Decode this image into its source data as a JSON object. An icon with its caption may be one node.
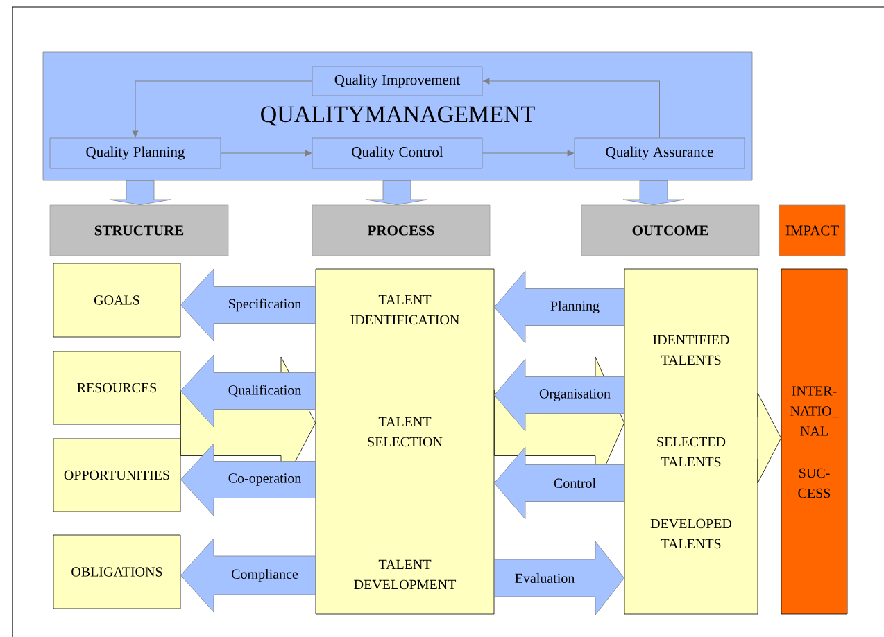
{
  "diagram": {
    "nodes": [
      {
        "text": [
          "QUALITYMANAGEMENT"
        ]
      },
      {
        "text": [
          "Quality Improvement"
        ],
        "in": 0
      },
      {
        "text": [
          "Quality Planning"
        ],
        "in": 0
      },
      {
        "text": [
          "Quality Control"
        ],
        "in": 0
      },
      {
        "text": [
          "Quality Assurance"
        ],
        "in": 0
      },
      {
        "text": [
          "STRUCTURE"
        ]
      },
      {
        "text": [
          "PROCESS"
        ]
      },
      {
        "text": [
          "OUTCOME"
        ]
      },
      {
        "text": [
          "IMPACT"
        ]
      },
      {
        "text": [
          "GOALS"
        ]
      },
      {
        "text": [
          "RESOURCES"
        ]
      },
      {
        "text": [
          "OPPORTUNITIES"
        ]
      },
      {
        "text": [
          "OBLIGATIONS"
        ]
      },
      {
        "text": [
          "TALENT IDENTIFICATION",
          "TALENT SELECTION",
          "TALENT DEVELOPMENT"
        ]
      },
      {
        "text": [
          "IDENTIFIED TALENTS",
          "SELECTED TALENTS",
          "DEVELOPED TALENTS"
        ]
      },
      {
        "text": [
          "INTER- NATIO_ NAL",
          "SUC- CESS"
        ]
      }
    ],
    "edges": [
      {
        "from": 1,
        "to": 2,
        "arrow": "to",
        "color": "#808080"
      },
      {
        "from": 2,
        "to": 3,
        "arrow": "to",
        "color": "#808080"
      },
      {
        "from": 3,
        "to": 4,
        "arrow": "to",
        "color": "#808080"
      },
      {
        "from": 4,
        "to": 1,
        "arrow": "to",
        "color": "#808080"
      },
      {
        "from": 0,
        "to": 5,
        "arrow": "to"
      },
      {
        "from": 0,
        "to": 6,
        "arrow": "to"
      },
      {
        "from": 0,
        "to": 7,
        "arrow": "to"
      },
      {
        "from": 10,
        "to": 13,
        "arrow": "to",
        "color": "#ffffc0"
      },
      {
        "from": 11,
        "to": 13,
        "arrow": "to",
        "color": "#ffffc0"
      },
      {
        "from": 13,
        "to": 14,
        "arrow": "to",
        "color": "#ffffc0"
      },
      {
        "from": 14,
        "to": 15,
        "arrow": "to",
        "color": "#ffffc0"
      },
      {
        "from": 13,
        "to": 9,
        "arrow": "to",
        "label": "Specification"
      },
      {
        "from": 13,
        "to": 10,
        "arrow": "to",
        "label": "Qualification"
      },
      {
        "from": 13,
        "to": 11,
        "arrow": "to",
        "label": "Co-operation"
      },
      {
        "from": 13,
        "to": 12,
        "arrow": "to",
        "label": "Compliance"
      },
      {
        "from": 14,
        "to": 13,
        "arrow": "to",
        "label": "Planning"
      },
      {
        "from": 14,
        "to": 13,
        "arrow": "to",
        "label": "Organisation"
      },
      {
        "from": 14,
        "to": 13,
        "arrow": "to",
        "label": "Control"
      },
      {
        "from": 13,
        "to": 14,
        "arrow": "to",
        "label": "Evaluation"
      }
    ]
  }
}
